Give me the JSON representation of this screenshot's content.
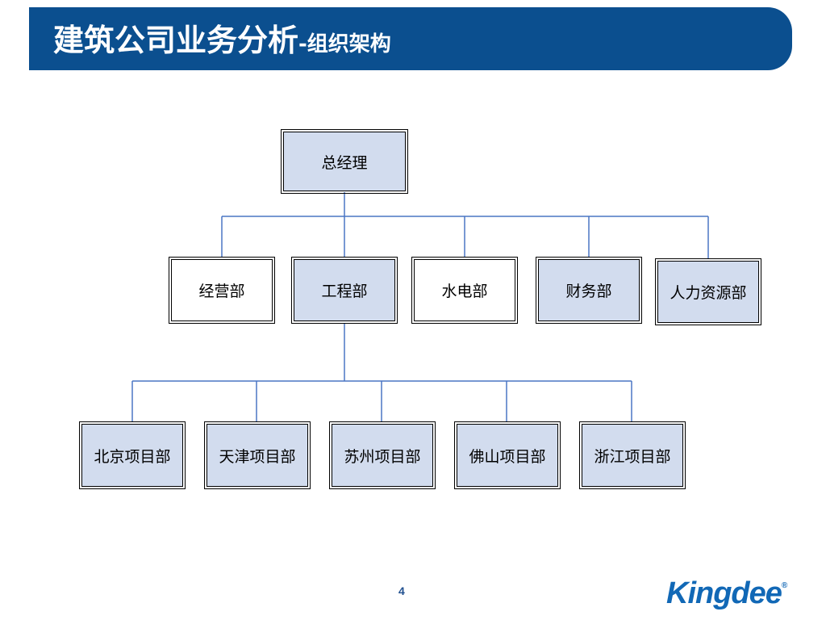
{
  "header": {
    "title_main": "建筑公司业务分析",
    "title_sub": "-组织架构"
  },
  "org": {
    "root": "总经理",
    "departments": [
      "经营部",
      "工程部",
      "水电部",
      "财务部",
      "人力资源部"
    ],
    "projects": [
      "北京项目部",
      "天津项目部",
      "苏州项目部",
      "佛山项目部",
      "浙江项目部"
    ]
  },
  "footer": {
    "page_number": "4",
    "brand": "Kingdee",
    "reg_mark": "®"
  },
  "colors": {
    "header_bg": "#0b4f8f",
    "node_fill": "#d2dcee",
    "connector": "#4a76c4",
    "brand": "#1168b6"
  }
}
